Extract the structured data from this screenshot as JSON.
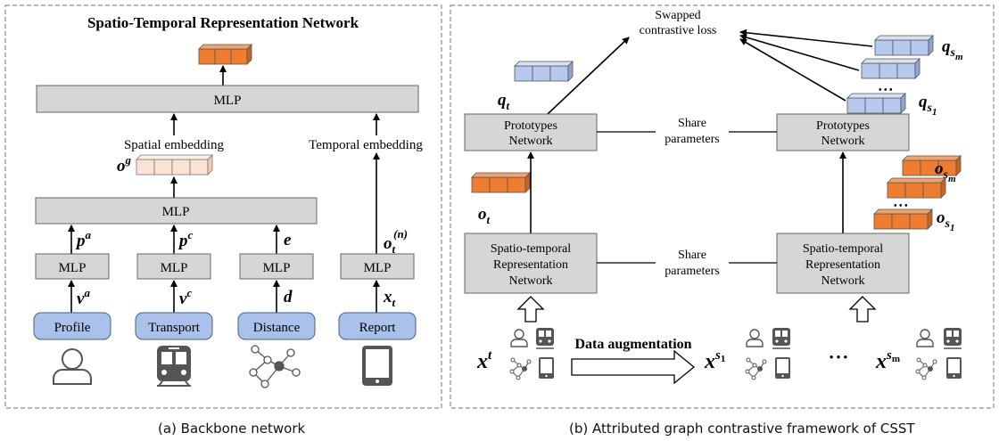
{
  "panel_a": {
    "title": "Spatio-Temporal Representation Network",
    "top_mlp": "MLP",
    "mid_mlp": "MLP",
    "spatial_embedding": "Spatial embedding",
    "temporal_embedding": "Temporal embedding",
    "og_main": "o",
    "og_sup": "g",
    "columns": [
      {
        "mlp": "MLP",
        "input": "Profile",
        "vec_main": "v",
        "vec_sup": "a",
        "out_main": "p",
        "out_sup": "a",
        "icon": "person-icon"
      },
      {
        "mlp": "MLP",
        "input": "Transport",
        "vec_main": "v",
        "vec_sup": "c",
        "out_main": "p",
        "out_sup": "c",
        "icon": "train-icon"
      },
      {
        "mlp": "MLP",
        "input": "Distance",
        "vec_main": "d",
        "out_main": "e",
        "icon": "graph-icon"
      },
      {
        "mlp": "MLP",
        "input": "Report",
        "vec_main": "x",
        "vec_sub": "t",
        "out_main": "o",
        "out_sub": "t",
        "out_sup": "(n)",
        "icon": "tablet-icon"
      }
    ],
    "caption": "(a) Backbone network"
  },
  "panel_b": {
    "loss_label_1": "Swapped",
    "loss_label_2": "contrastive loss",
    "proto_1": "Prototypes",
    "proto_2": "Network",
    "strn_1": "Spatio-temporal",
    "strn_2": "Representation",
    "strn_3": "Network",
    "share_1": "Share",
    "share_2": "parameters",
    "q_main": "q",
    "q_sub": "t",
    "o_main": "o",
    "o_sub": "t",
    "qs1_main": "q",
    "qs1_sub": "s",
    "qs1_subsub": "1",
    "qsm_main": "q",
    "qsm_sub": "s",
    "qsm_subsub": "m",
    "os1_main": "o",
    "os1_sub": "s",
    "os1_subsub": "1",
    "osm_main": "o",
    "osm_sub": "s",
    "osm_subsub": "m",
    "xt_main": "x",
    "xt_sup": "t",
    "xs1_main": "x",
    "xs1_sup": "s",
    "xs1_supsub": "1",
    "xsm_main": "x",
    "xsm_sup": "s",
    "xsm_supsub": "m",
    "data_aug": "Data augmentation",
    "dots": "• • •",
    "caption": "(b) Attributed graph contrastive framework of CSST"
  },
  "colors": {
    "orange": "#ee7d31",
    "orange_light": "#fbe3d3",
    "blue_vec": "#b7c9ec",
    "input_blue": "#a9c1eb",
    "box_gray": "#d6d6d6",
    "border_dash": "#8a8a8a"
  }
}
